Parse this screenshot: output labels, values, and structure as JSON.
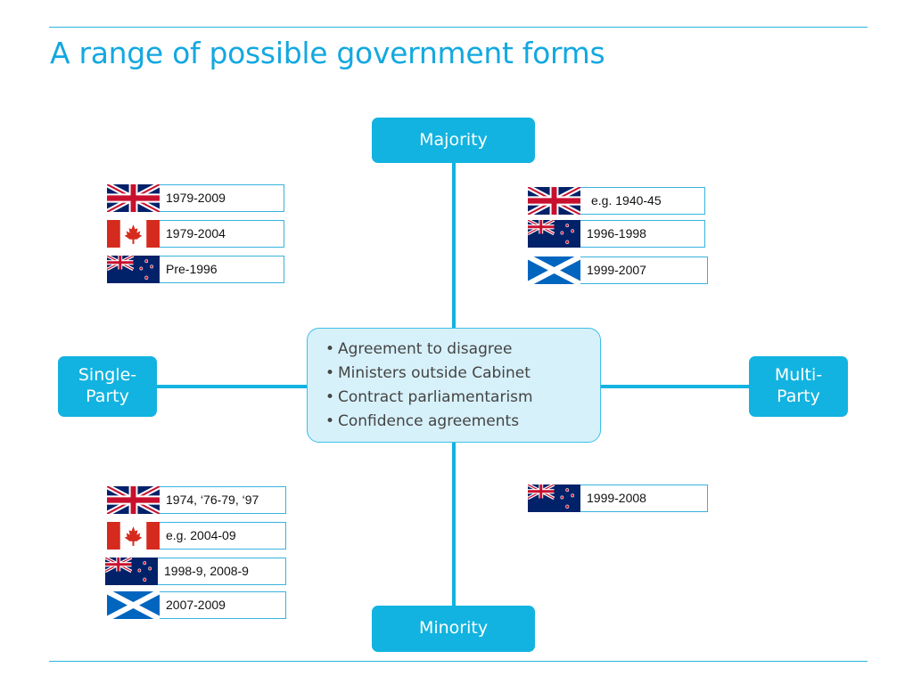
{
  "title": "A range of possible government forms",
  "nodes": {
    "majority": "Majority",
    "minority": "Minority",
    "single_line1": "Single-",
    "single_line2": "Party",
    "multi_line1": "Multi-",
    "multi_line2": "Party"
  },
  "center_points": [
    "Agreement to disagree",
    "Ministers outside Cabinet",
    "Contract parliamentarism",
    "Confidence agreements"
  ],
  "bullet_char": "•",
  "quadrants": {
    "single_party_majority": [
      {
        "flag": "uk-flag",
        "label": "1979-2009"
      },
      {
        "flag": "canada-flag",
        "label": "1979-2004"
      },
      {
        "flag": "new-zealand-flag",
        "label": "Pre-1996"
      }
    ],
    "multi_party_majority": [
      {
        "flag": "uk-flag",
        "label": "e.g. 1940-45"
      },
      {
        "flag": "new-zealand-flag",
        "label": "1996-1998"
      },
      {
        "flag": "scotland-flag",
        "label": "1999-2007"
      }
    ],
    "single_party_minority": [
      {
        "flag": "uk-flag",
        "label": "1974, ‘76-79, ‘97"
      },
      {
        "flag": "canada-flag",
        "label": "e.g. 2004-09"
      },
      {
        "flag": "new-zealand-flag",
        "label": "1998-9, 2008-9"
      },
      {
        "flag": "scotland-flag",
        "label": "2007-2009"
      }
    ],
    "multi_party_minority": [
      {
        "flag": "new-zealand-flag",
        "label": "1999-2008"
      }
    ]
  },
  "colors": {
    "accent": "#12b3e0",
    "title": "#13a8e0",
    "center_fill": "#d7f1fa",
    "label_border": "#38b3de"
  }
}
